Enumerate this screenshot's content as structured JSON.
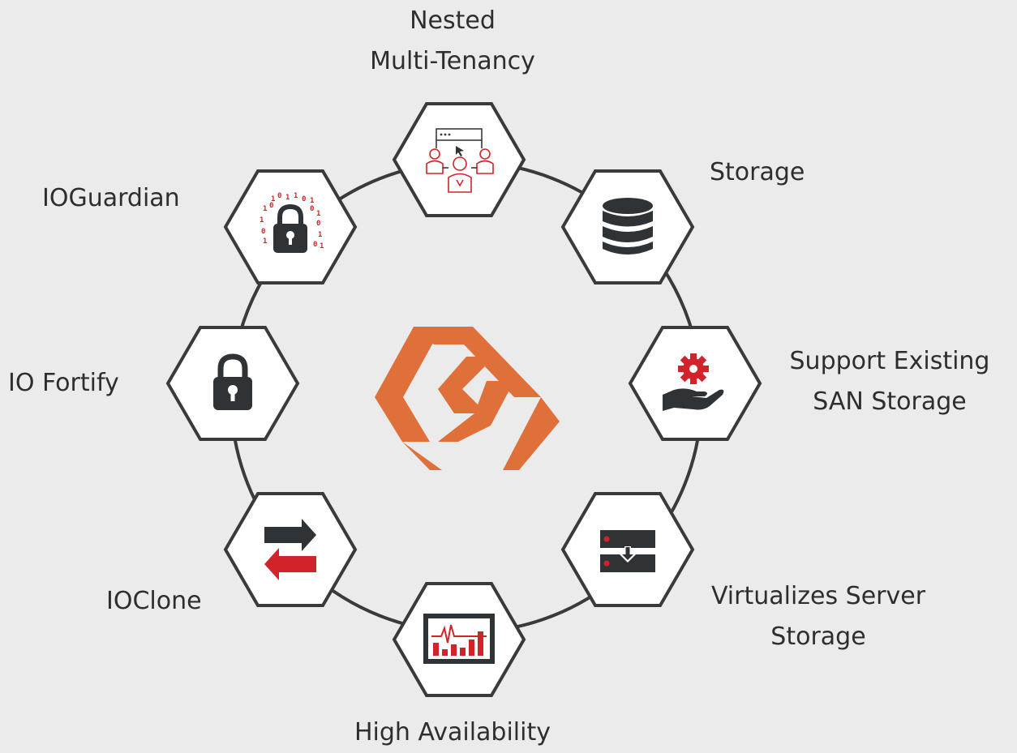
{
  "colors": {
    "background": "#ebebeb",
    "ring": "#3a3a3a",
    "hex_fill": "#ffffff",
    "hex_stroke": "#3a3a3a",
    "icon_dark": "#2f3336",
    "icon_red": "#d2232a",
    "logo_orange": "#e0703a"
  },
  "nodes": [
    {
      "id": "nested-multi-tenancy",
      "label_lines": [
        "Nested",
        "Multi-Tenancy"
      ],
      "icon": "users-tenancy-icon"
    },
    {
      "id": "storage",
      "label_lines": [
        "Storage"
      ],
      "icon": "database-icon"
    },
    {
      "id": "support-existing-san-storage",
      "label_lines": [
        "Support Existing",
        "SAN Storage"
      ],
      "icon": "gear-hand-icon"
    },
    {
      "id": "virtualizes-server-storage",
      "label_lines": [
        "Virtualizes Server",
        "Storage"
      ],
      "icon": "server-download-icon"
    },
    {
      "id": "high-availability",
      "label_lines": [
        "High Availability"
      ],
      "icon": "monitor-chart-icon"
    },
    {
      "id": "ioclone",
      "label_lines": [
        "IOClone"
      ],
      "icon": "swap-arrows-icon"
    },
    {
      "id": "io-fortify",
      "label_lines": [
        "IO Fortify"
      ],
      "icon": "padlock-icon"
    },
    {
      "id": "ioguardian",
      "label_lines": [
        "IOGuardian"
      ],
      "icon": "binary-lock-icon"
    }
  ],
  "center_logo": "hexagon-swirl-logo-icon"
}
